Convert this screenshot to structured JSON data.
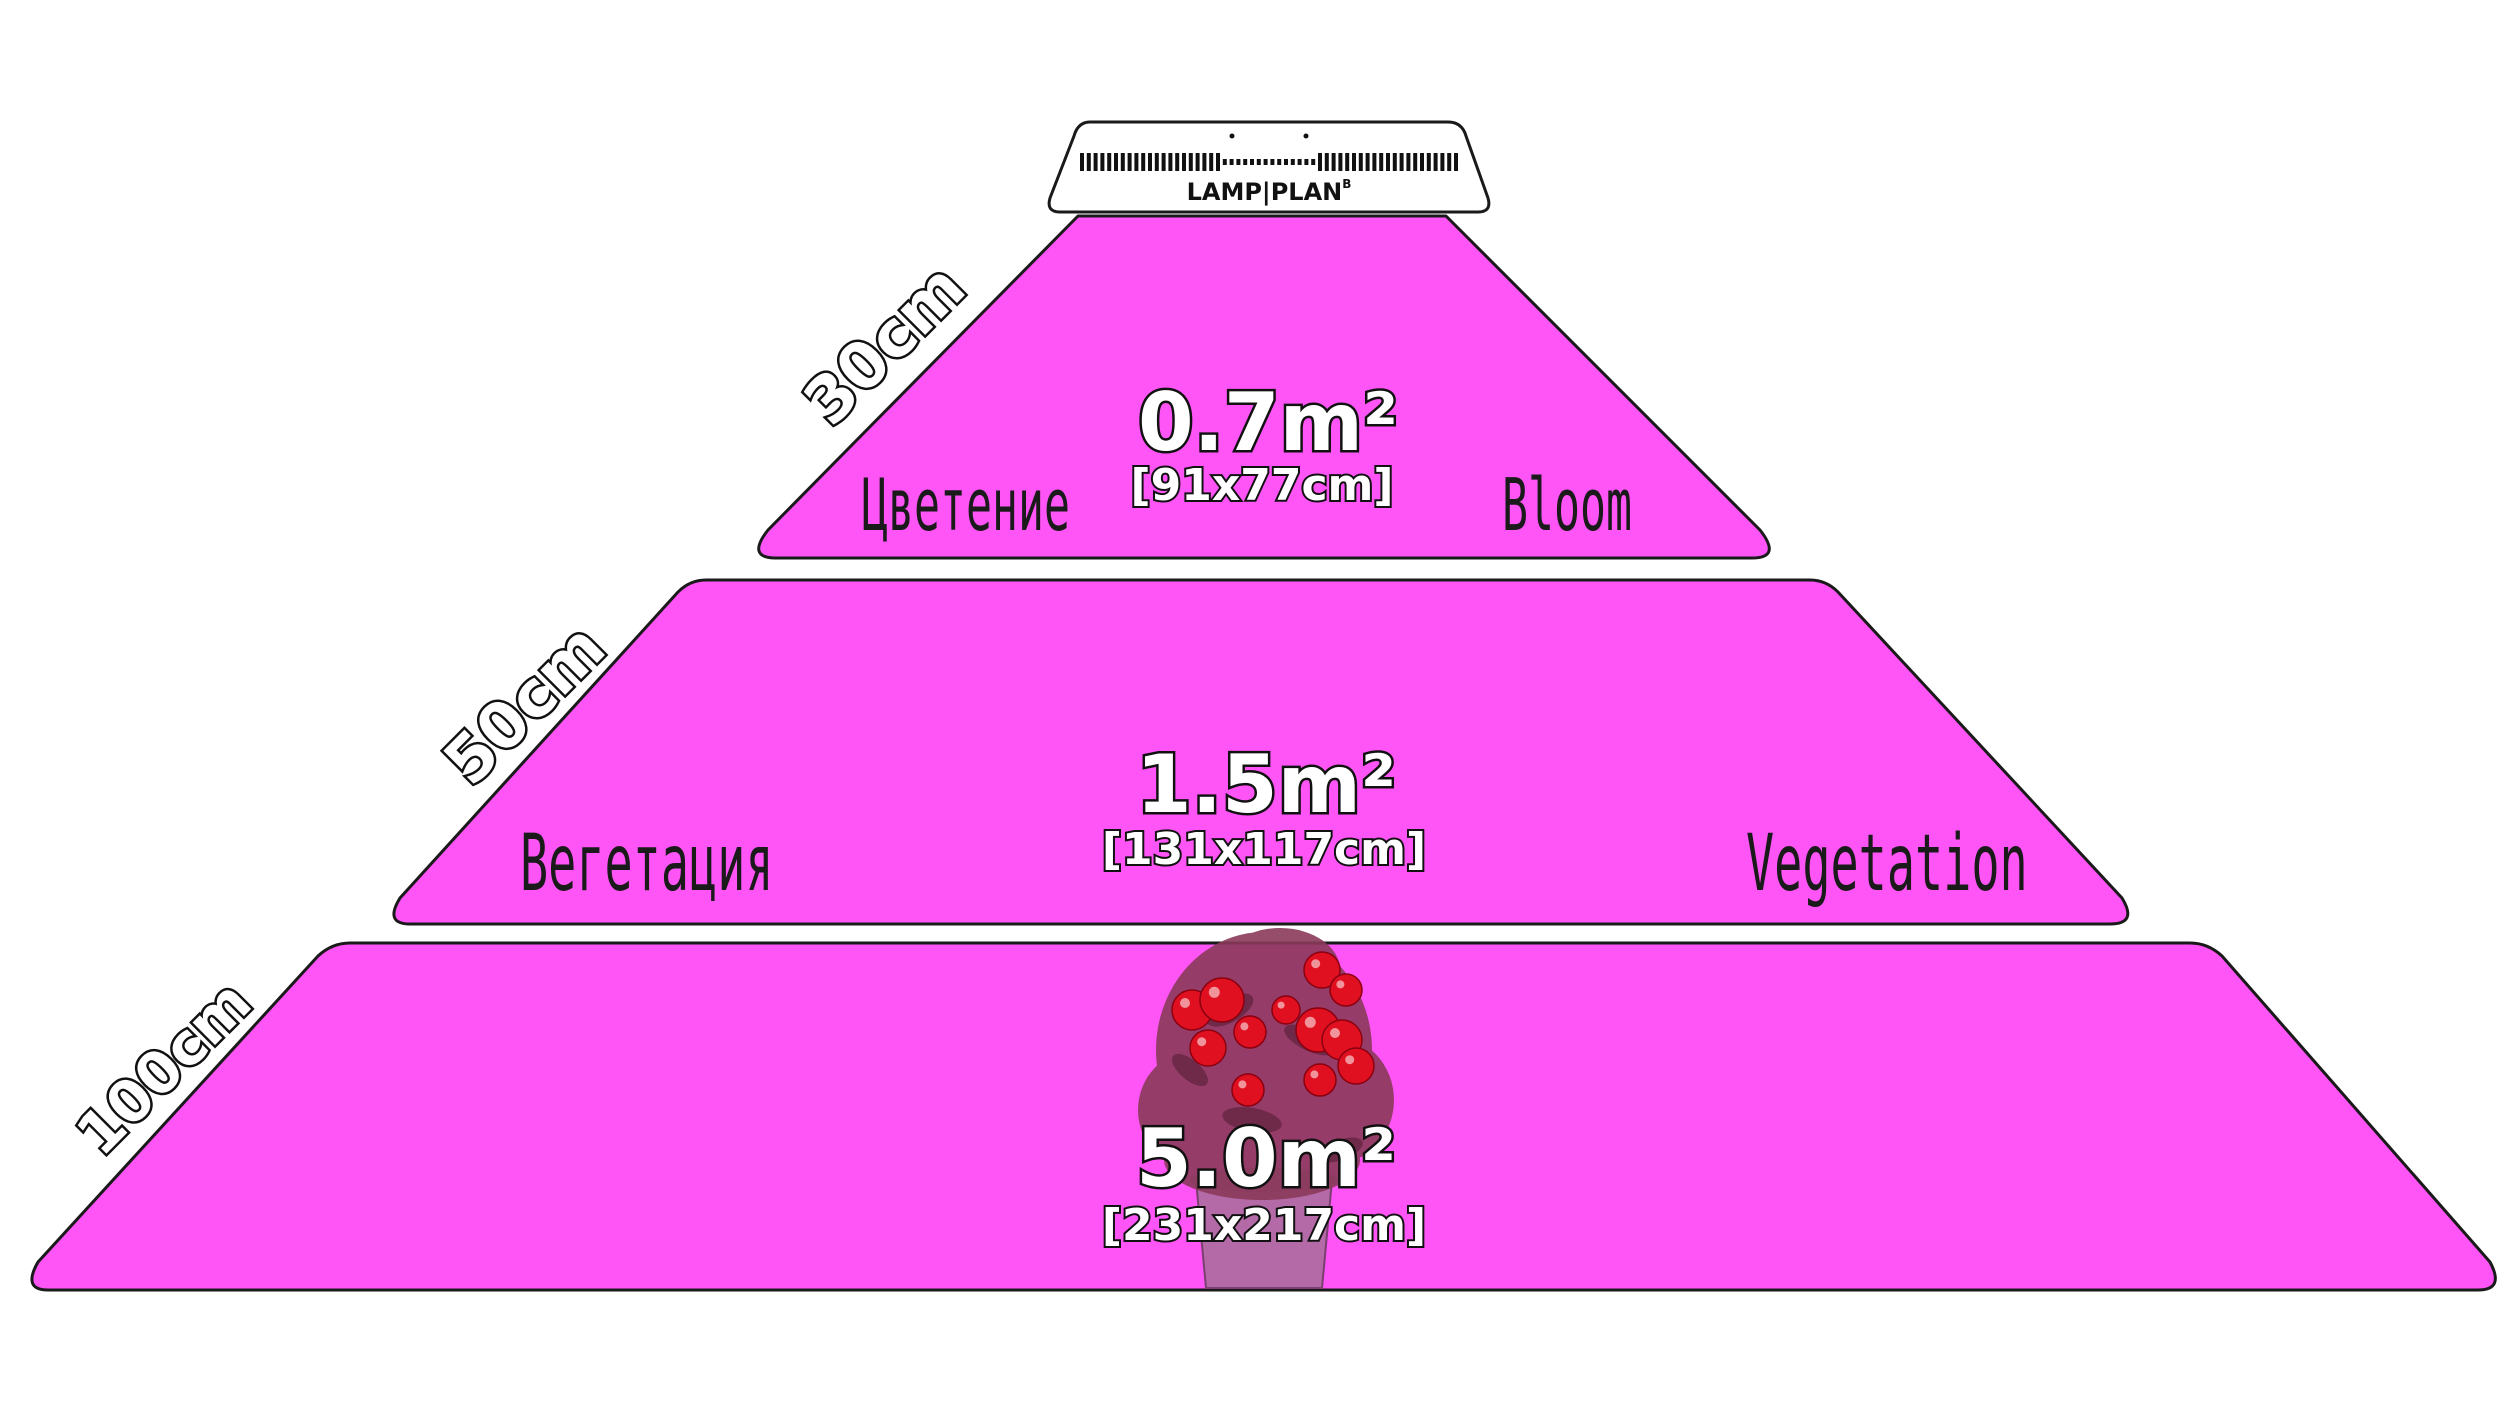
{
  "colors": {
    "light": "#ff55f6",
    "outline": "#1a1a1a",
    "background": "#ffffff",
    "pot": "#b56aa8",
    "foliage": "#8a3a5a",
    "fruit": "#e01020"
  },
  "lamp": {
    "brand": "LAMP|PLAN",
    "brand_sup": "B"
  },
  "tiers": [
    {
      "height": "30cm",
      "area": "0.7m²",
      "dimensions": "[91x77cm]",
      "label_ru": "Цветение",
      "label_en": "Bloom"
    },
    {
      "height": "50cm",
      "area": "1.5m²",
      "dimensions": "[131x117cm]",
      "label_ru": "Вегетация",
      "label_en": "Vegetation"
    },
    {
      "height": "100cm",
      "area": "5.0m²",
      "dimensions": "[231x217cm]"
    }
  ],
  "plant": {
    "icon": "tomato-plant-icon"
  }
}
